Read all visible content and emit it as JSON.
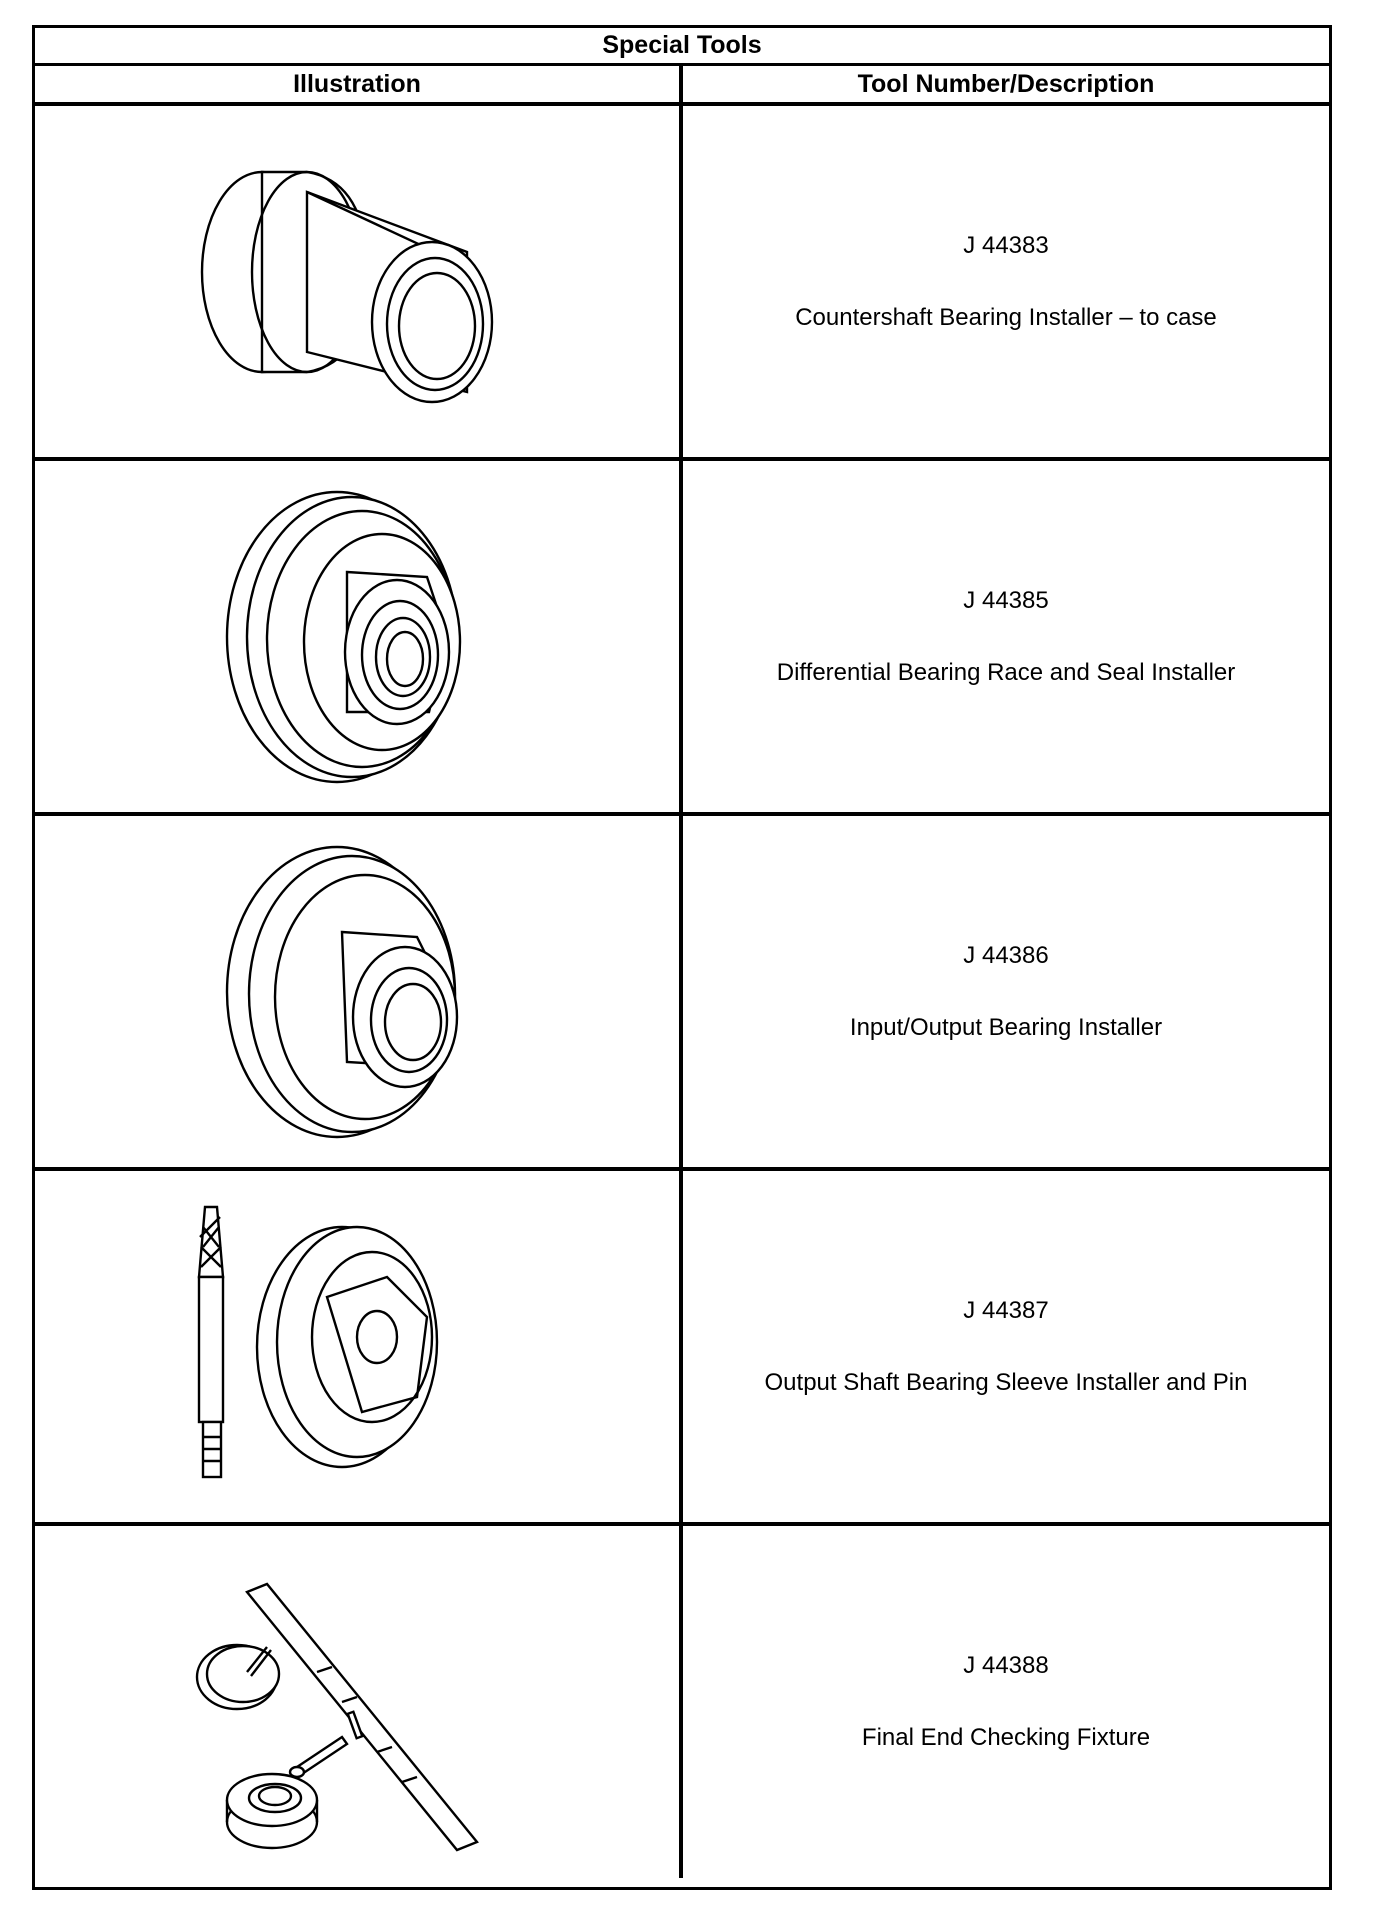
{
  "table": {
    "title": "Special Tools",
    "headers": {
      "illustration": "Illustration",
      "tool": "Tool Number/Description"
    },
    "rows": [
      {
        "number": "J 44383",
        "description": "Countershaft Bearing Installer – to case",
        "icon": "countershaft-bearing-installer-icon"
      },
      {
        "number": "J 44385",
        "description": "Differential Bearing Race and Seal Installer",
        "icon": "differential-bearing-race-seal-installer-icon"
      },
      {
        "number": "J 44386",
        "description": "Input/Output Bearing Installer",
        "icon": "input-output-bearing-installer-icon"
      },
      {
        "number": "J 44387",
        "description": "Output Shaft Bearing Sleeve Installer and Pin",
        "icon": "output-shaft-sleeve-installer-pin-icon"
      },
      {
        "number": "J 44388",
        "description": "Final End Checking Fixture",
        "icon": "final-end-checking-fixture-icon"
      }
    ]
  }
}
